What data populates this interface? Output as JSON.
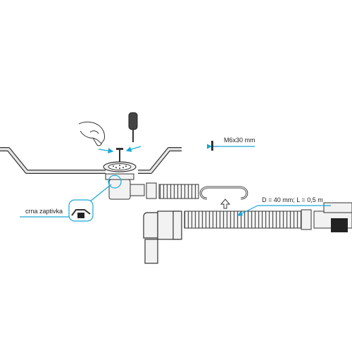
{
  "labels": {
    "screw": "M6x30 mm",
    "hose": "D = 40 mm; L = 0,5 m",
    "gasket": "crna zaptivka"
  },
  "colors": {
    "accent": "#1aa7d6",
    "line": "#333333",
    "sink_fill": "#e6e6e6",
    "part_fill": "#f2f2f2"
  }
}
